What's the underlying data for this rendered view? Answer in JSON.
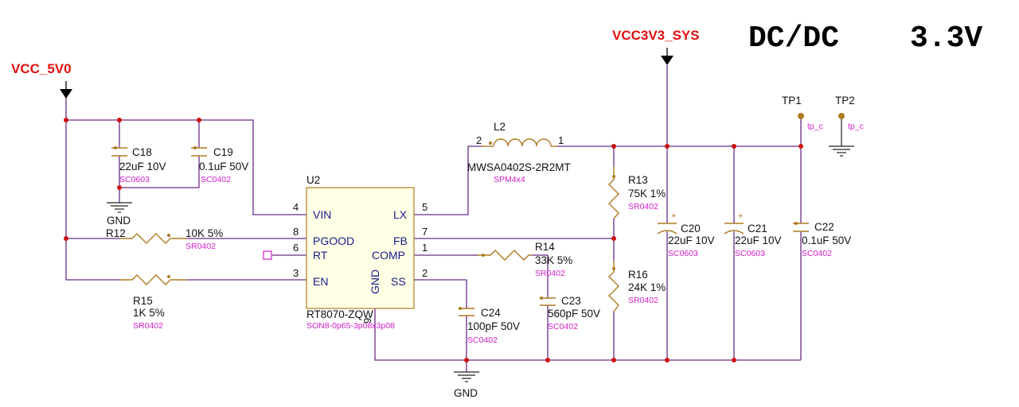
{
  "title": {
    "main": "DC/DC",
    "voltage": "3.3V"
  },
  "nets": {
    "input": "VCC_5V0",
    "output": "VCC3V3_SYS",
    "gnd": "GND"
  },
  "ic": {
    "ref": "U2",
    "part": "RT8070-ZQW",
    "footprint": "SON8-0p65-3p08x3p08",
    "pins": [
      {
        "num": "4",
        "name": "VIN"
      },
      {
        "num": "8",
        "name": "PGOOD"
      },
      {
        "num": "6",
        "name": "RT"
      },
      {
        "num": "3",
        "name": "EN"
      },
      {
        "num": "5",
        "name": "LX"
      },
      {
        "num": "7",
        "name": "FB"
      },
      {
        "num": "1",
        "name": "COMP"
      },
      {
        "num": "2",
        "name": "SS"
      },
      {
        "num": "9",
        "name": "GND"
      }
    ]
  },
  "components": {
    "c18": {
      "ref": "C18",
      "value": "22uF 10V",
      "footprint": "SC0603"
    },
    "c19": {
      "ref": "C19",
      "value": "0.1uF 50V",
      "footprint": "SC0402"
    },
    "r12": {
      "ref": "R12",
      "value": "10K 5%",
      "footprint": "SR0402"
    },
    "r15": {
      "ref": "R15",
      "value": "1K 5%",
      "footprint": "SR0402"
    },
    "l2": {
      "ref": "L2",
      "value": "MWSA0402S-2R2MT",
      "footprint": "SPM4x4",
      "pin_a": "2",
      "pin_b": "1"
    },
    "r13": {
      "ref": "R13",
      "value": "75K 1%",
      "footprint": "SR0402"
    },
    "r16": {
      "ref": "R16",
      "value": "24K 1%",
      "footprint": "SR0402"
    },
    "r14": {
      "ref": "R14",
      "value": "33K 5%",
      "footprint": "SR0402"
    },
    "c23": {
      "ref": "C23",
      "value": "560pF 50V",
      "footprint": "SC0402"
    },
    "c24": {
      "ref": "C24",
      "value": "100pF 50V",
      "footprint": "SC0402"
    },
    "c20": {
      "ref": "C20",
      "value": "22uF 10V",
      "footprint": "SC0603"
    },
    "c21": {
      "ref": "C21",
      "value": "22uF 10V",
      "footprint": "SC0603"
    },
    "c22": {
      "ref": "C22",
      "value": "0.1uF 50V",
      "footprint": "SC0402"
    }
  },
  "testpoints": {
    "tp1": {
      "ref": "TP1",
      "footprint": "tp_c"
    },
    "tp2": {
      "ref": "TP2",
      "footprint": "tp_c"
    }
  },
  "colors": {
    "wire": "#6a2c8a",
    "component": "#b07a22",
    "junction": "#cc1010",
    "net_label": "#e01010",
    "footprint": "#d21ec8"
  }
}
